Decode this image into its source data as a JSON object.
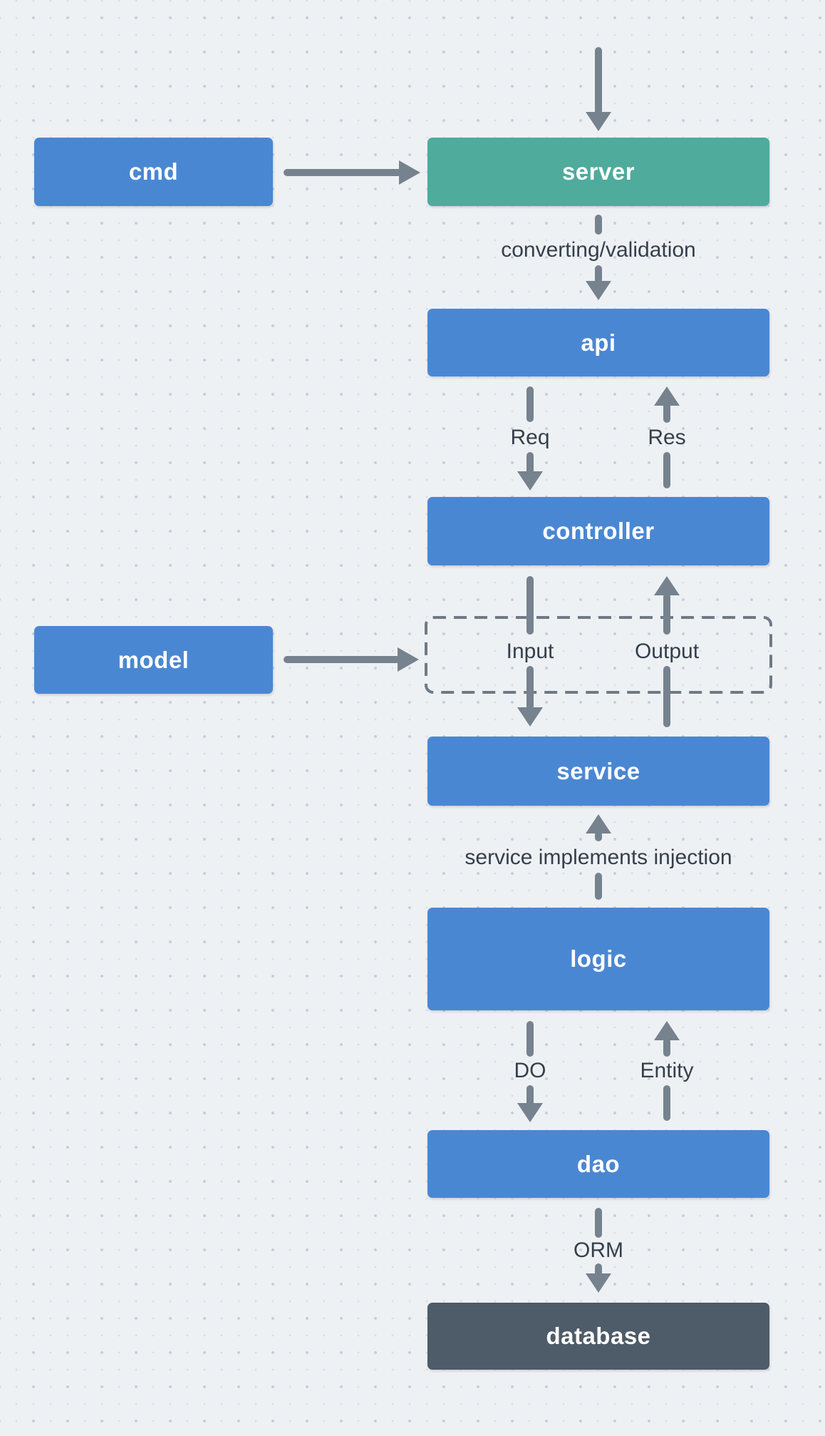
{
  "diagram": {
    "nodes": {
      "cmd": {
        "label": "cmd"
      },
      "server": {
        "label": "server"
      },
      "api": {
        "label": "api"
      },
      "controller": {
        "label": "controller"
      },
      "model": {
        "label": "model"
      },
      "service": {
        "label": "service"
      },
      "logic": {
        "label": "logic"
      },
      "dao": {
        "label": "dao"
      },
      "database": {
        "label": "database"
      }
    },
    "edge_labels": {
      "converting": "converting/validation",
      "req": "Req",
      "res": "Res",
      "input": "Input",
      "output": "Output",
      "injection": "service implements injection",
      "do": "DO",
      "entity": "Entity",
      "orm": "ORM"
    },
    "colors": {
      "background": "#eef1f4",
      "node_blue": "#4a87d3",
      "node_teal": "#4fab9c",
      "node_dark": "#4e5b68",
      "arrow": "#76828e",
      "label_text": "#353f4b",
      "dashed_border": "#6e7a86"
    }
  }
}
